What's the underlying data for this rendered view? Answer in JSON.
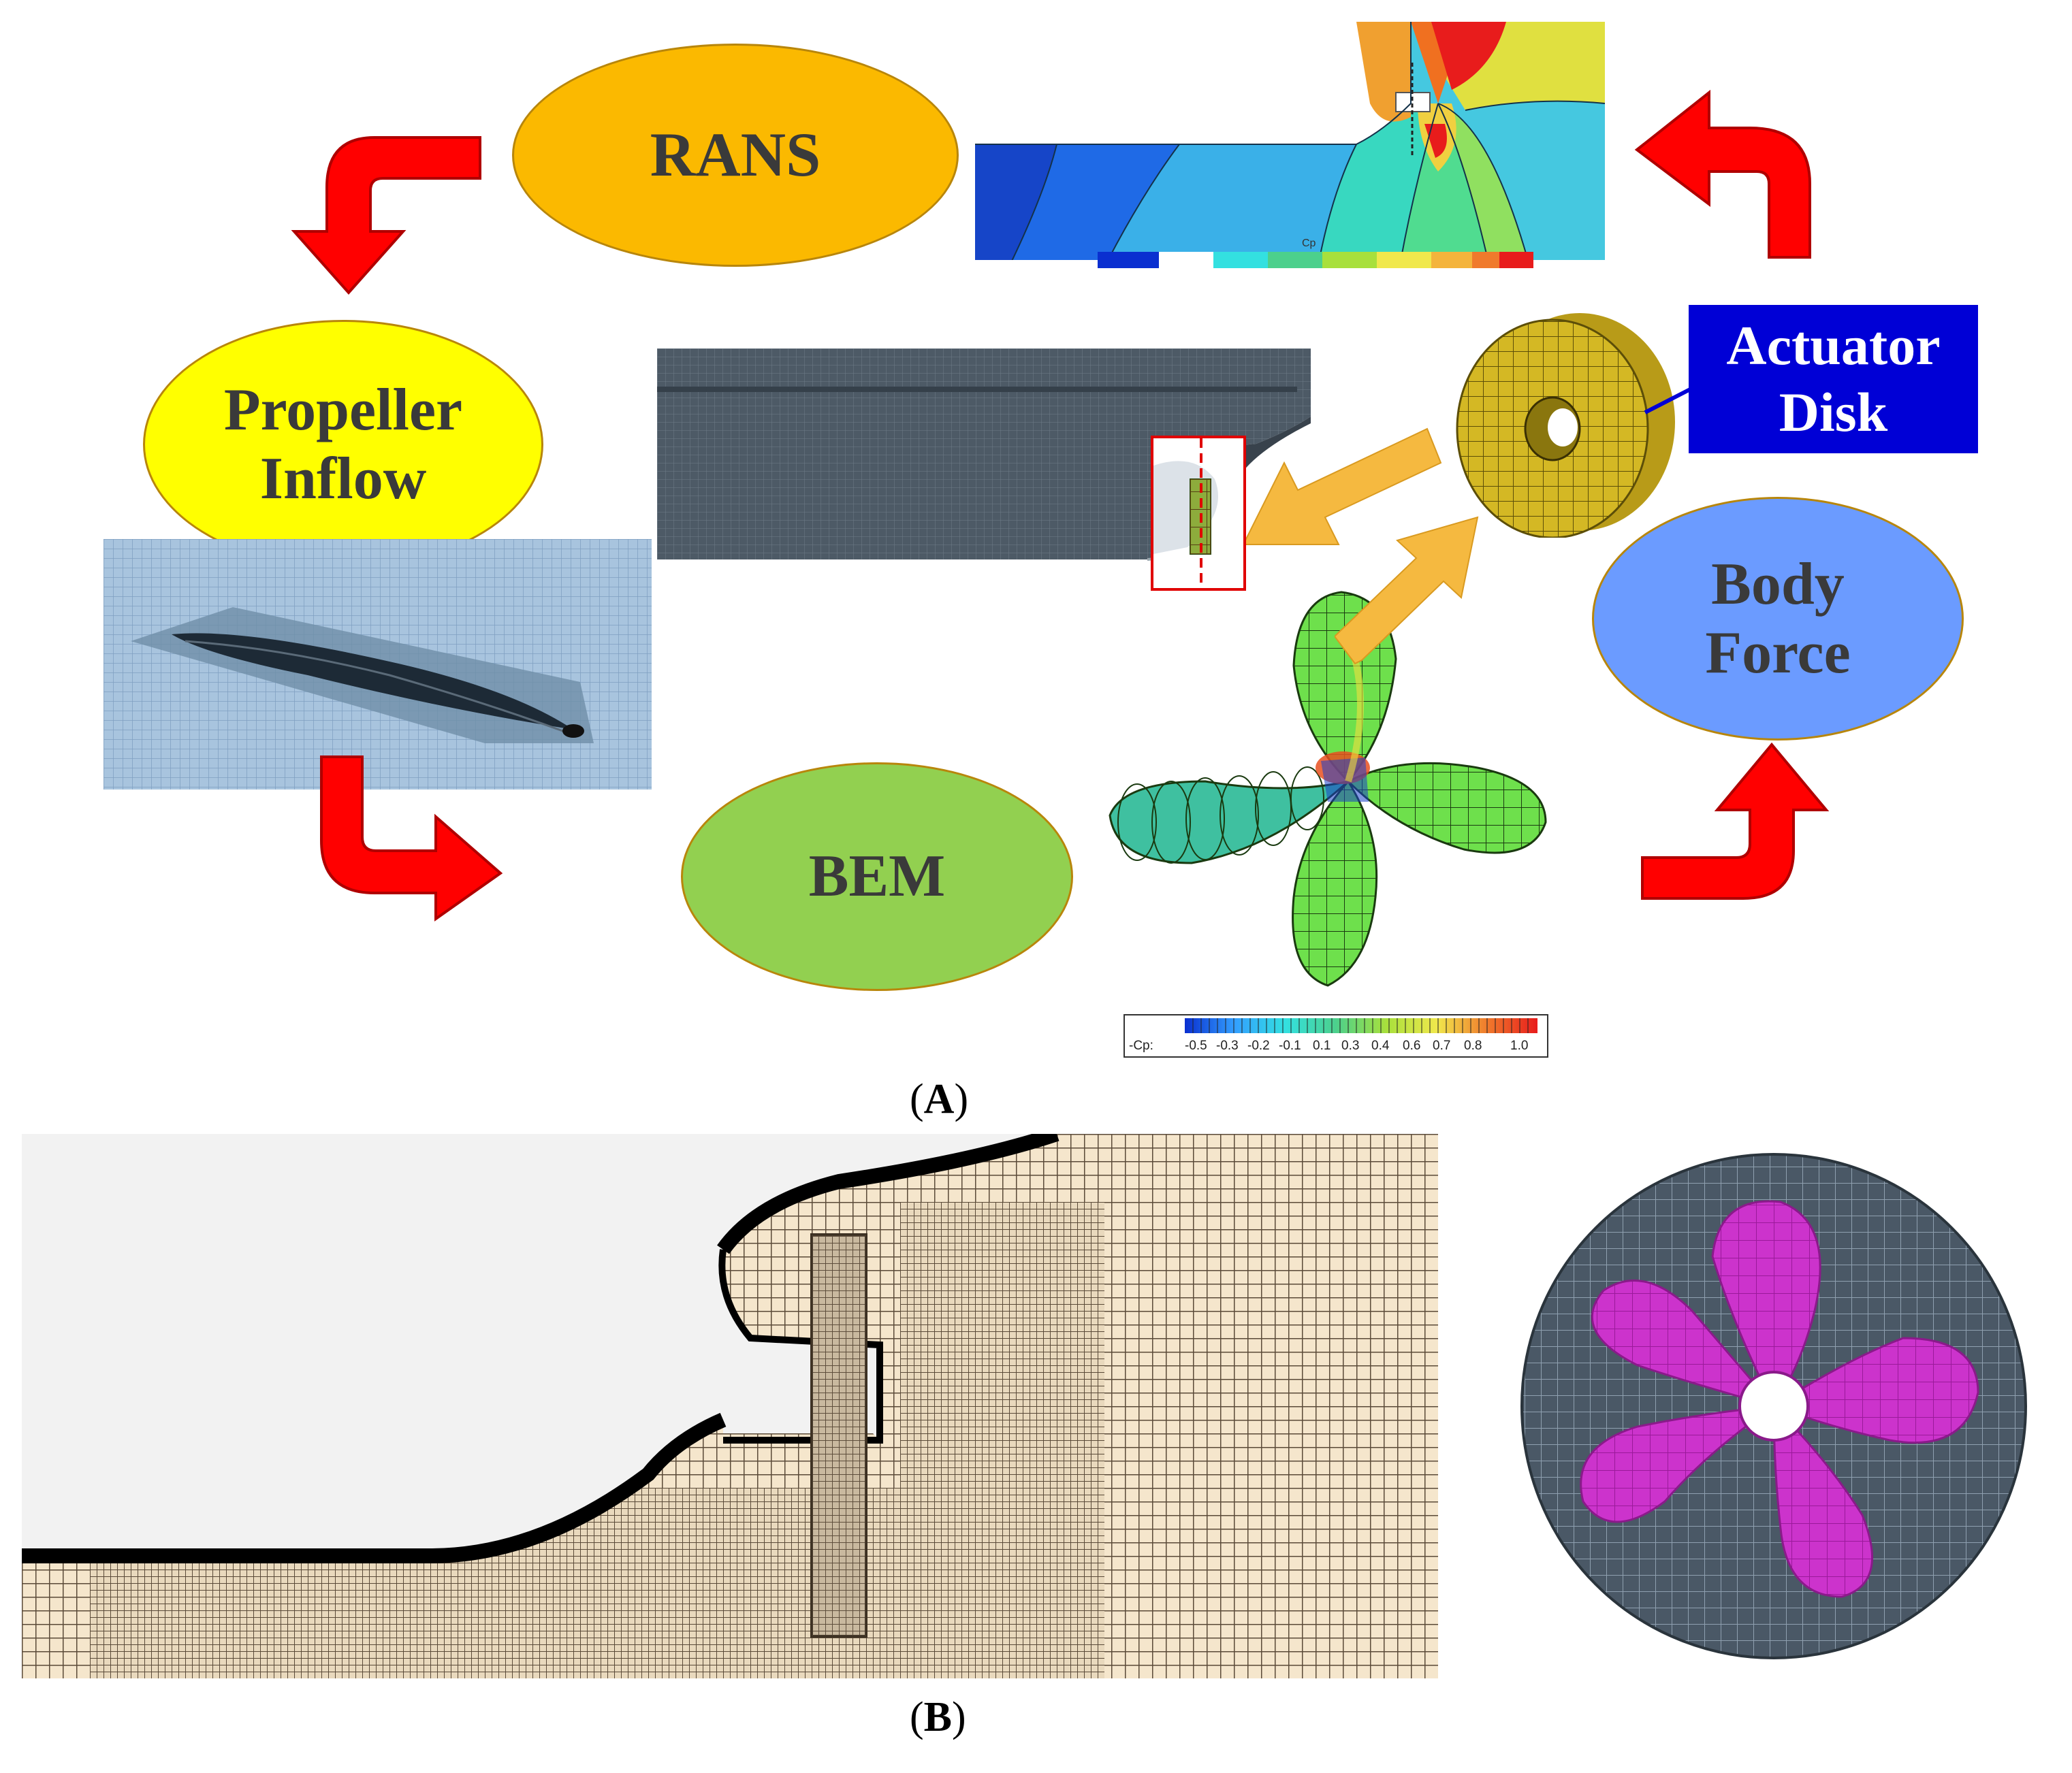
{
  "nodes": {
    "rans": "RANS",
    "propeller_inflow": [
      "Propeller",
      "Inflow"
    ],
    "bem": "BEM",
    "body_force": [
      "Body",
      "Force"
    ],
    "actuator_disk": [
      "Actuator",
      "Disk"
    ]
  },
  "pressure_panel": {
    "legend_label": "Cp",
    "legend_colors": [
      "#0a2fd0",
      "#33a0ff",
      "#33e0e0",
      "#4cd08c",
      "#a8e03c",
      "#f0e84c",
      "#f4b43c",
      "#f07a2c",
      "#e81c1c"
    ]
  },
  "propeller_colorbar": {
    "label": "-Cp:",
    "ticks": [
      "-0.5",
      "-0.3",
      "-0.2",
      "-0.1",
      "0.1",
      "0.3",
      "0.4",
      "0.6",
      "0.7",
      "0.8",
      "1.0"
    ]
  },
  "captions": {
    "a": "A",
    "b": "B"
  },
  "colors": {
    "rans": "#fbb900",
    "propeller_inflow": "#ffff00",
    "bem": "#92d050",
    "body_force": "#6b9bff",
    "actuator_disk": "#0000d6",
    "arrow_red": "#ff0000",
    "arrow_gold": "#f5b940",
    "propeller_blades": "#cc33cc",
    "mesh_bg": "#f5e6cc"
  }
}
